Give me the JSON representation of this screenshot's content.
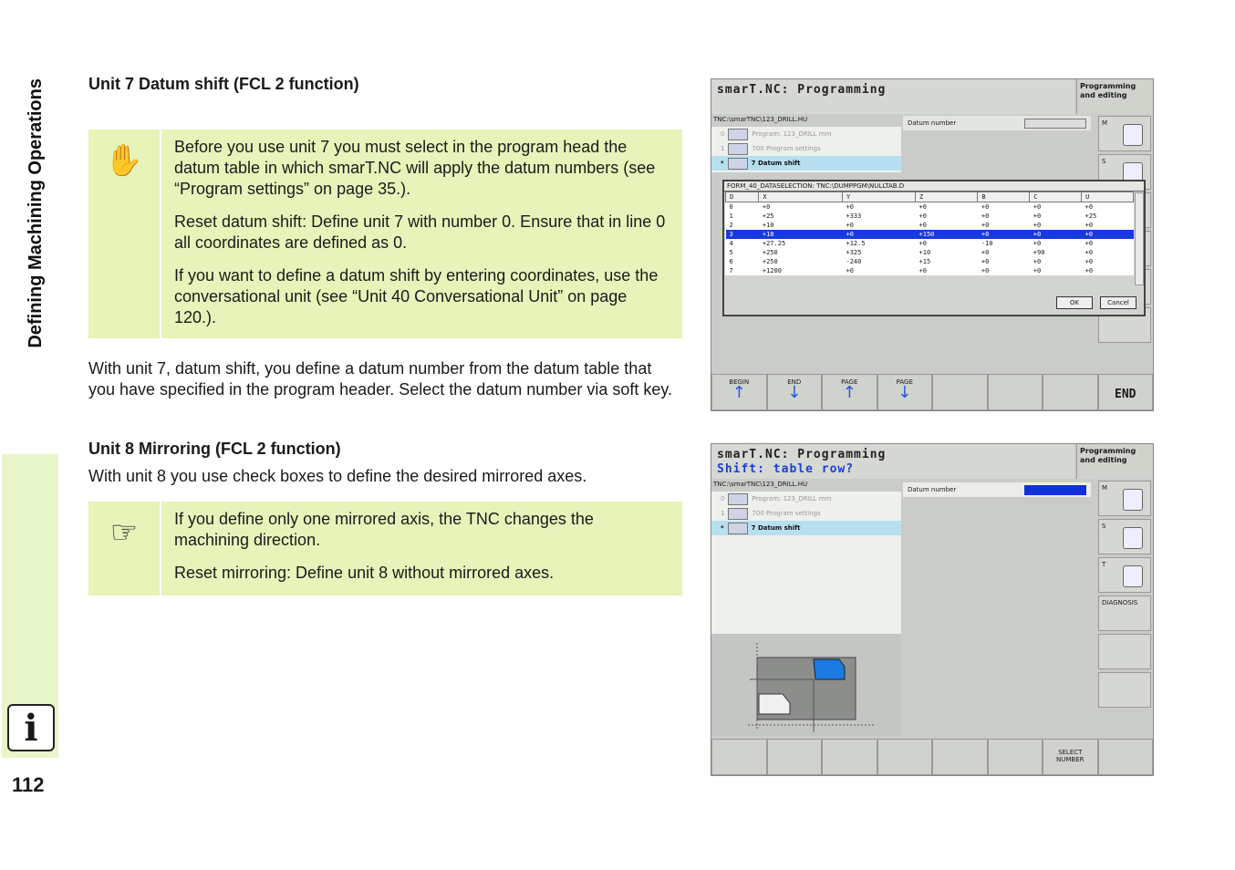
{
  "sidebar": {
    "title": "Defining Machining Operations",
    "info_icon": "info-icon",
    "page_number": "112"
  },
  "section1": {
    "heading": "Unit 7 Datum shift (FCL 2 function)",
    "note_icon": "hand-stop-icon",
    "note_paragraphs": [
      "Before you use unit 7 you must select in the program head the datum table in which smarT.NC will apply the datum numbers (see “Program settings” on page 35.).",
      "Reset datum shift: Define unit 7 with number 0. Ensure that in line 0 all coordinates are defined as 0.",
      "If you want to define a datum shift by entering coordinates, use the conversational unit (see “Unit 40 Conversational Unit” on page 120.)."
    ],
    "body": "With unit 7, datum shift, you define a datum number from the datum table that you have specified in the program header. Select the datum number via soft key."
  },
  "section2": {
    "heading": "Unit 8 Mirroring (FCL 2 function)",
    "intro": "With unit 8 you use check boxes to define the desired mirrored axes.",
    "note_icon": "pointing-hand-icon",
    "note_paragraphs": [
      "If you define only one mirrored axis, the TNC changes the machining direction.",
      "Reset mirroring: Define unit 8 without mirrored axes."
    ]
  },
  "screen1": {
    "title": "smarT.NC: Programming",
    "mode": [
      "Programming",
      "and editing"
    ],
    "path": "TNC:\\smarTNC\\123_DRILL.HU",
    "tree": [
      {
        "num": "0",
        "label": "Program: 123_DRILL mm"
      },
      {
        "num": "1",
        "label": "700 Program settings"
      },
      {
        "num": "*",
        "label": "7 Datum shift"
      }
    ],
    "datum_label": "Datum number",
    "dialog": {
      "title": "FORM_40_DATASELECTION: TNC:\\DUMPPGM\\NULLTAB.D",
      "columns": [
        "D",
        "X",
        "Y",
        "Z",
        "B",
        "C",
        "U"
      ],
      "rows": [
        [
          "0",
          "+0",
          "+0",
          "+0",
          "+0",
          "+0",
          "+0"
        ],
        [
          "1",
          "+25",
          "+333",
          "+0",
          "+0",
          "+0",
          "+25"
        ],
        [
          "2",
          "+10",
          "+0",
          "+0",
          "+0",
          "+0",
          "+0"
        ],
        [
          "3",
          "+10",
          "+0",
          "+150",
          "+0",
          "+0",
          "+0"
        ],
        [
          "4",
          "+27.25",
          "+12.5",
          "+0",
          "-10",
          "+0",
          "+0"
        ],
        [
          "5",
          "+250",
          "+325",
          "+10",
          "+0",
          "+90",
          "+0"
        ],
        [
          "6",
          "+250",
          "-240",
          "+15",
          "+0",
          "+0",
          "+0"
        ],
        [
          "7",
          "+1200",
          "+0",
          "+0",
          "+0",
          "+0",
          "+0"
        ]
      ],
      "selected_row": 3,
      "ok": "OK",
      "cancel": "Cancel"
    },
    "right_buttons": [
      "M",
      "S",
      "",
      "",
      "",
      ""
    ],
    "softkeys": [
      "BEGIN",
      "END",
      "PAGE",
      "PAGE",
      "",
      "",
      "",
      "END"
    ]
  },
  "screen2": {
    "title": "smarT.NC: Programming",
    "prompt": "Shift: table row?",
    "mode": [
      "Programming",
      "and editing"
    ],
    "path": "TNC:\\smarTNC\\123_DRILL.HU",
    "tree": [
      {
        "num": "0",
        "label": "Program: 123_DRILL mm"
      },
      {
        "num": "1",
        "label": "700 Program settings"
      },
      {
        "num": "*",
        "label": "7 Datum shift"
      }
    ],
    "datum_label": "Datum number",
    "right_buttons": [
      "M",
      "S",
      "T",
      "DIAGNOSIS",
      "",
      ""
    ],
    "softkeys": [
      "",
      "",
      "",
      "",
      "",
      "",
      "SELECT NUMBER",
      ""
    ]
  }
}
